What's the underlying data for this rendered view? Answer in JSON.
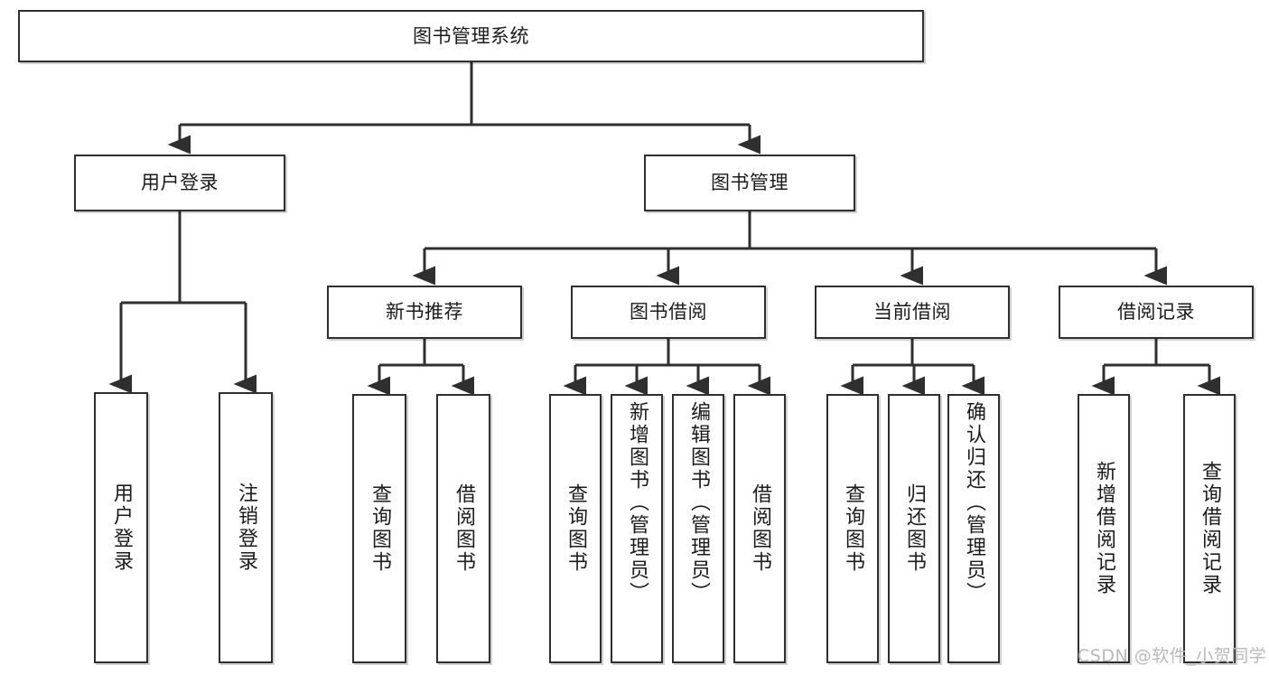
{
  "diagram": {
    "title": "图书管理系统",
    "type": "tree",
    "watermark": "CSDN @软件_小贺同学",
    "colors": {
      "box_border": "#2f2f2f",
      "box_fill": "#ffffff",
      "connector": "#2f2f2f",
      "text": "#1b1b1b",
      "watermark": "#b9b9b9"
    },
    "levels": {
      "root": "图书管理系统",
      "level2": [
        "用户登录",
        "图书管理"
      ],
      "level3": [
        "新书推荐",
        "图书借阅",
        "当前借阅",
        "借阅记录"
      ]
    },
    "nodes": {
      "root": {
        "label": "图书管理系统",
        "orientation": "horizontal"
      },
      "user_login": {
        "label": "用户登录",
        "orientation": "horizontal"
      },
      "book_manage": {
        "label": "图书管理",
        "orientation": "horizontal"
      },
      "new_book_rec": {
        "label": "新书推荐",
        "orientation": "horizontal"
      },
      "book_borrow": {
        "label": "图书借阅",
        "orientation": "horizontal"
      },
      "current_borrow": {
        "label": "当前借阅",
        "orientation": "horizontal"
      },
      "borrow_record": {
        "label": "借阅记录",
        "orientation": "horizontal"
      },
      "leaf_user_login": {
        "label": "用户登录",
        "orientation": "vertical"
      },
      "leaf_logout": {
        "label": "注销登录",
        "orientation": "vertical"
      },
      "leaf_query_book_1": {
        "label": "查询图书",
        "orientation": "vertical"
      },
      "leaf_borrow_book_1": {
        "label": "借阅图书",
        "orientation": "vertical"
      },
      "leaf_query_book_2": {
        "label": "查询图书",
        "orientation": "vertical"
      },
      "leaf_add_book": {
        "label": "新增图书（管理员）",
        "orientation": "vertical"
      },
      "leaf_edit_book": {
        "label": "编辑图书（管理员）",
        "orientation": "vertical"
      },
      "leaf_borrow_book_2": {
        "label": "借阅图书",
        "orientation": "vertical"
      },
      "leaf_query_book_3": {
        "label": "查询图书",
        "orientation": "vertical"
      },
      "leaf_return_book": {
        "label": "归还图书",
        "orientation": "vertical"
      },
      "leaf_confirm_return": {
        "label": "确认归还（管理员）",
        "orientation": "vertical"
      },
      "leaf_add_record": {
        "label": "新增借阅记录",
        "orientation": "vertical"
      },
      "leaf_query_record": {
        "label": "查询借阅记录",
        "orientation": "vertical"
      }
    },
    "edges": [
      {
        "from": "root",
        "to": "user_login"
      },
      {
        "from": "root",
        "to": "book_manage"
      },
      {
        "from": "user_login",
        "to": "leaf_user_login"
      },
      {
        "from": "user_login",
        "to": "leaf_logout"
      },
      {
        "from": "book_manage",
        "to": "new_book_rec"
      },
      {
        "from": "book_manage",
        "to": "book_borrow"
      },
      {
        "from": "book_manage",
        "to": "current_borrow"
      },
      {
        "from": "book_manage",
        "to": "borrow_record"
      },
      {
        "from": "new_book_rec",
        "to": "leaf_query_book_1"
      },
      {
        "from": "new_book_rec",
        "to": "leaf_borrow_book_1"
      },
      {
        "from": "book_borrow",
        "to": "leaf_query_book_2"
      },
      {
        "from": "book_borrow",
        "to": "leaf_add_book"
      },
      {
        "from": "book_borrow",
        "to": "leaf_edit_book"
      },
      {
        "from": "book_borrow",
        "to": "leaf_borrow_book_2"
      },
      {
        "from": "current_borrow",
        "to": "leaf_query_book_3"
      },
      {
        "from": "current_borrow",
        "to": "leaf_return_book"
      },
      {
        "from": "current_borrow",
        "to": "leaf_confirm_return"
      },
      {
        "from": "borrow_record",
        "to": "leaf_add_record"
      },
      {
        "from": "borrow_record",
        "to": "leaf_query_record"
      }
    ]
  }
}
